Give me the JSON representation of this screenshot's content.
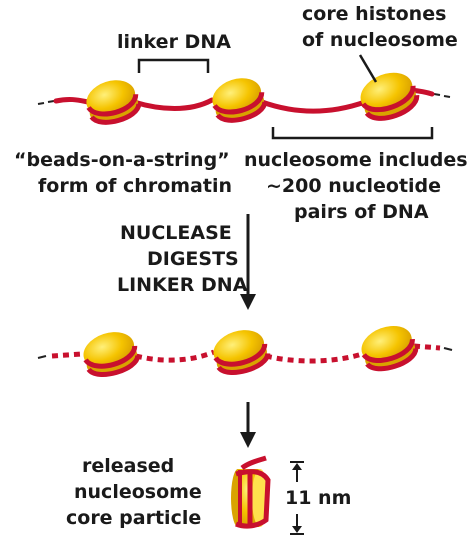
{
  "labels": {
    "linker_dna": "linker DNA",
    "core_histones_line1": "core histones",
    "core_histones_line2": "of nucleosome",
    "beads_line1": "“beads-on-a-string”",
    "beads_line2": "form of chromatin",
    "nucleosome_line1": "nucleosome includes",
    "nucleosome_line2": "~200 nucleotide",
    "nucleosome_line3": "pairs of DNA",
    "nuclease_line1": "NUCLEASE",
    "nuclease_line2": "DIGESTS",
    "nuclease_line3": "LINKER DNA",
    "released_line1": "released",
    "released_line2": "nucleosome",
    "released_line3": "core particle",
    "size": "11 nm"
  },
  "colors": {
    "dna": "#c8102e",
    "histone": "#f5c400",
    "histone_light": "#ffe14d",
    "histone_dark": "#d9a300",
    "text": "#1a1a1a"
  }
}
